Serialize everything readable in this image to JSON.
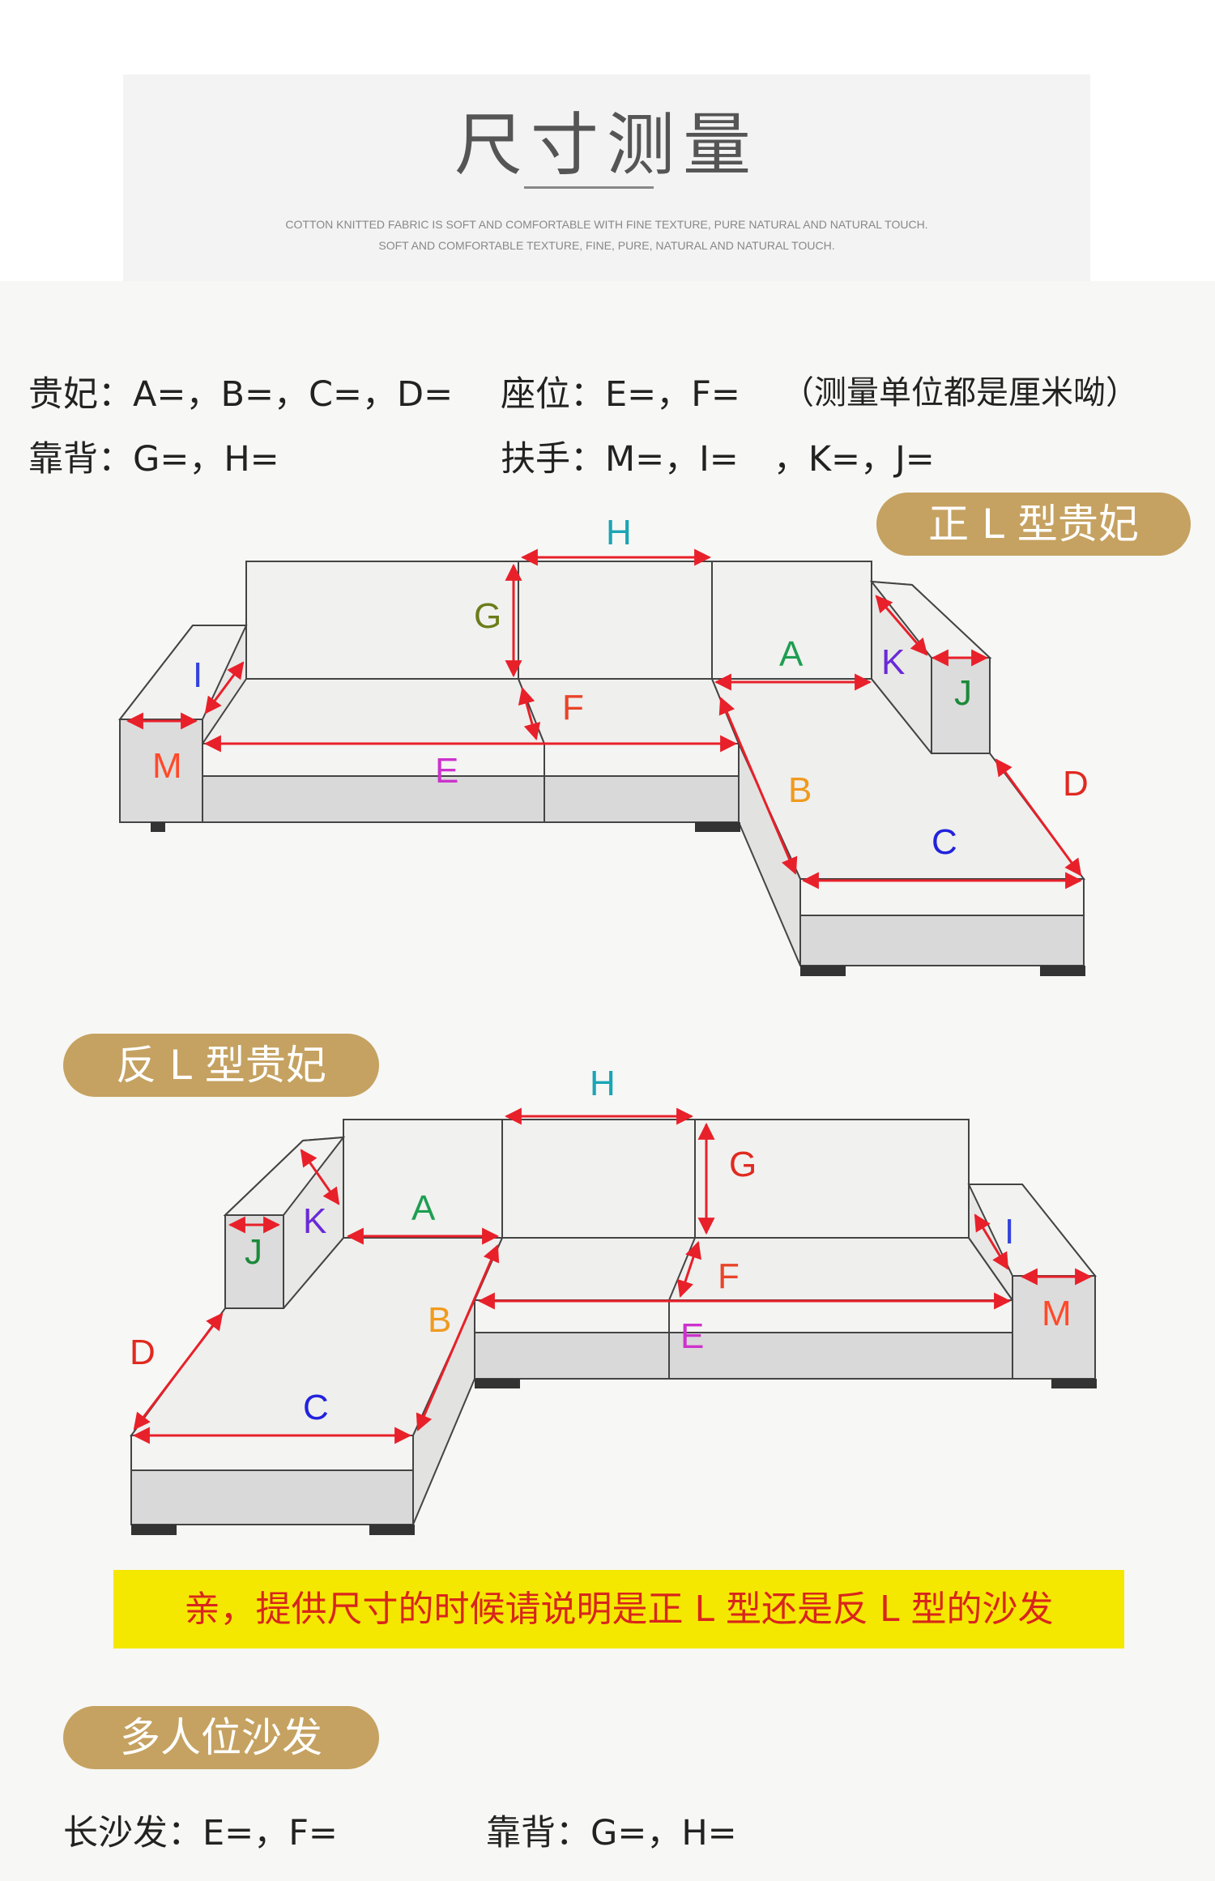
{
  "header": {
    "title": "尺寸测量",
    "subtitle_line1": "COTTON KNITTED FABRIC IS SOFT AND COMFORTABLE WITH FINE TEXTURE, PURE NATURAL AND NATURAL TOUCH.",
    "subtitle_line2": "SOFT AND COMFORTABLE TEXTURE, FINE, PURE, NATURAL AND NATURAL TOUCH."
  },
  "specs": {
    "chaise": "贵妃：A=，B=，C=，D=",
    "seat": "座位：E=，F=",
    "unit_note": "（测量单位都是厘米呦）",
    "back": "靠背：G=，H=",
    "armrest": "扶手：M=，I=　，K=，J="
  },
  "sections": {
    "left_l": "正 L 型贵妃",
    "right_l": "反 L 型贵妃",
    "multi": "多人位沙发"
  },
  "labels": {
    "A": "A",
    "B": "B",
    "C": "C",
    "D": "D",
    "E": "E",
    "F": "F",
    "G": "G",
    "H": "H",
    "I": "I",
    "J": "J",
    "K": "K",
    "M": "M"
  },
  "note": "亲，提供尺寸的时候请说明是正 L 型还是反 L 型的沙发",
  "multi_specs": {
    "sofa": "长沙发：E=，F=",
    "back": "靠背：G=，H="
  },
  "colors": {
    "gold": "#c5a261",
    "arrow_red": "#e8202a",
    "note_bg": "#f5e800",
    "note_text": "#d8261c",
    "A": "#1e9e52",
    "B": "#f09a1e",
    "C": "#2222dd",
    "D": "#e02a20",
    "E": "#cc33cc",
    "F": "#e8452a",
    "G": "#6b7d1a",
    "H": "#1aa5b5",
    "I": "#3344dd",
    "J": "#1b8a3a",
    "K": "#6a2ad8",
    "M": "#ff4a2a"
  }
}
